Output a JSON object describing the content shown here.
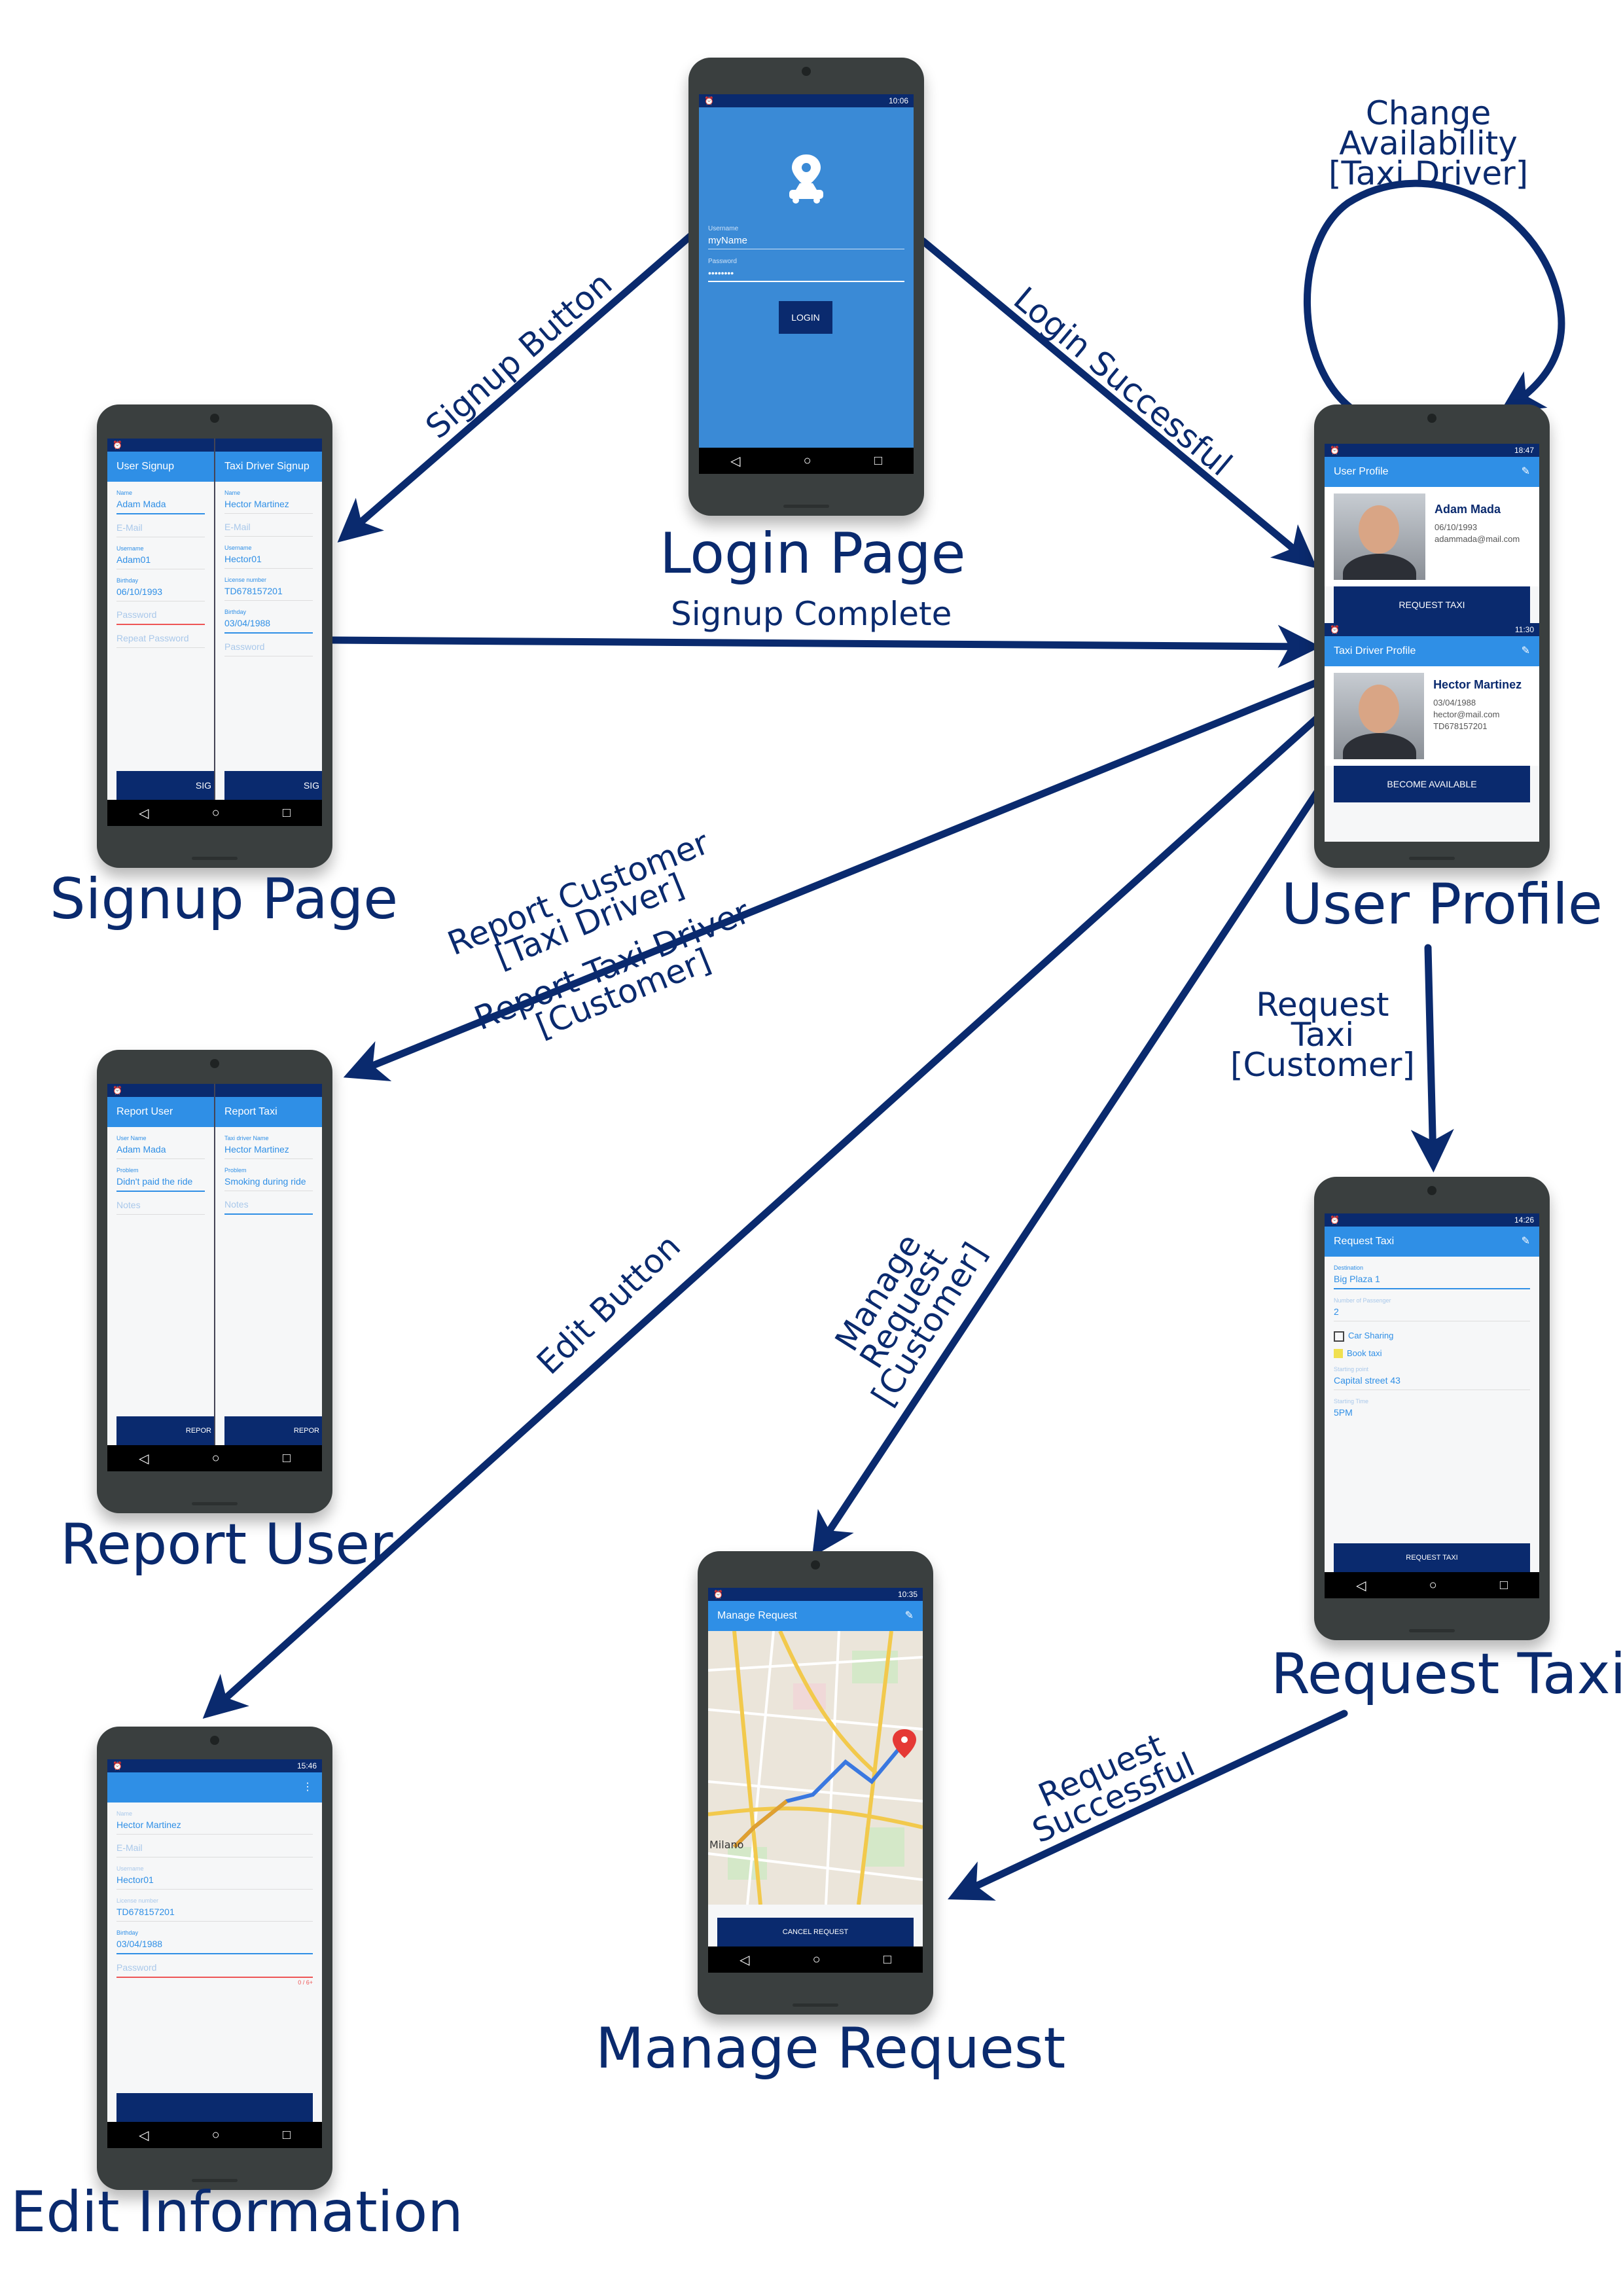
{
  "nodes": {
    "login": {
      "label": "Login Page"
    },
    "signup": {
      "label": "Signup Page"
    },
    "profile": {
      "label": "User Profile"
    },
    "report": {
      "label": "Report User"
    },
    "request": {
      "label": "Request Taxi"
    },
    "manage": {
      "label": "Manage Request"
    },
    "edit": {
      "label": "Edit Information"
    }
  },
  "edges": {
    "signup_button": "Signup Button",
    "login_successful": "Login Successful",
    "signup_complete": "Signup Complete",
    "change_availability": [
      "Change",
      "Availability",
      "[Taxi Driver]"
    ],
    "report_customer": [
      "Report Customer",
      "[Taxi Driver]"
    ],
    "report_driver": [
      "Report Taxi Driver",
      "[Customer]"
    ],
    "request_taxi": [
      "Request",
      "Taxi",
      "[Customer]"
    ],
    "manage_request": [
      "Manage",
      "Request",
      "[Customer]"
    ],
    "edit_button": "Edit Button",
    "request_successful": [
      "Request",
      "Successful"
    ]
  },
  "screens": {
    "login": {
      "time": "10:06",
      "username_label": "Username",
      "username_value": "myName",
      "password_label": "Password",
      "password_value": "••••••••",
      "login_button": "LOGIN"
    },
    "signup": {
      "user_title": "User Signup",
      "driver_title": "Taxi Driver Signup",
      "user_fields": [
        {
          "label": "Name",
          "value": "Adam Mada"
        },
        {
          "placeholder": "E-Mail"
        },
        {
          "label": "Username",
          "value": "Adam01"
        },
        {
          "label": "Birthday",
          "value": "06/10/1993"
        },
        {
          "placeholder": "Password"
        },
        {
          "placeholder": "Repeat Password"
        }
      ],
      "driver_fields": [
        {
          "label": "Name",
          "value": "Hector Martinez"
        },
        {
          "placeholder": "E-Mail"
        },
        {
          "label": "Username",
          "value": "Hector01"
        },
        {
          "label": "License number",
          "value": "TD678157201"
        },
        {
          "label": "Birthday",
          "value": "03/04/1988"
        },
        {
          "placeholder": "Password"
        }
      ],
      "button_stub": "SIG"
    },
    "profile": {
      "time1": "18:47",
      "title1": "User Profile",
      "name1": "Adam Mada",
      "dob1": "06/10/1993",
      "email1": "adammada@mail.com",
      "button1": "REQUEST TAXI",
      "time2": "11:30",
      "title2": "Taxi Driver Profile",
      "name2": "Hector Martinez",
      "dob2": "03/04/1988",
      "email2": "hector@mail.com",
      "license2": "TD678157201",
      "button2": "BECOME AVAILABLE"
    },
    "report": {
      "user_title": "Report User",
      "taxi_title": "Report Taxi",
      "user_fields": [
        {
          "label": "User Name",
          "value": "Adam Mada"
        },
        {
          "label": "Problem",
          "value": "Didn't paid the ride"
        },
        {
          "placeholder": "Notes"
        }
      ],
      "taxi_fields": [
        {
          "label": "Taxi driver Name",
          "value": "Hector Martinez"
        },
        {
          "label": "Problem",
          "value": "Smoking during ride"
        },
        {
          "placeholder": "Notes"
        }
      ],
      "button_stub": "REPOR"
    },
    "request": {
      "time": "14:26",
      "title": "Request Taxi",
      "destination_label": "Destination",
      "destination": "Big Plaza 1",
      "passengers_label": "Number of Passenger",
      "passengers": "2",
      "car_sharing": "Car Sharing",
      "book_taxi": "Book taxi",
      "pickup_label": "Starting point",
      "pickup": "Capital street 43",
      "time_label": "Starting Time",
      "start_time": "5PM",
      "button": "REQUEST TAXI"
    },
    "manage": {
      "time": "10:35",
      "title": "Manage Request",
      "map_label": "Milano",
      "button": "CANCEL REQUEST"
    },
    "edit": {
      "time": "15:46",
      "fields": [
        {
          "label": "Name",
          "value": "Hector Martinez"
        },
        {
          "placeholder": "E-Mail"
        },
        {
          "label": "Username",
          "value": "Hector01"
        },
        {
          "label": "License number",
          "value": "TD678157201"
        },
        {
          "label": "Birthday",
          "value": "03/04/1988"
        },
        {
          "placeholder": "Password"
        }
      ],
      "counter": "0 / 6+"
    }
  },
  "colors": {
    "arrow": "#0a2a6e",
    "app_blue": "#2f8fe6",
    "dark_blue": "#0a2a6e",
    "phone_body": "#3a3f3f"
  }
}
